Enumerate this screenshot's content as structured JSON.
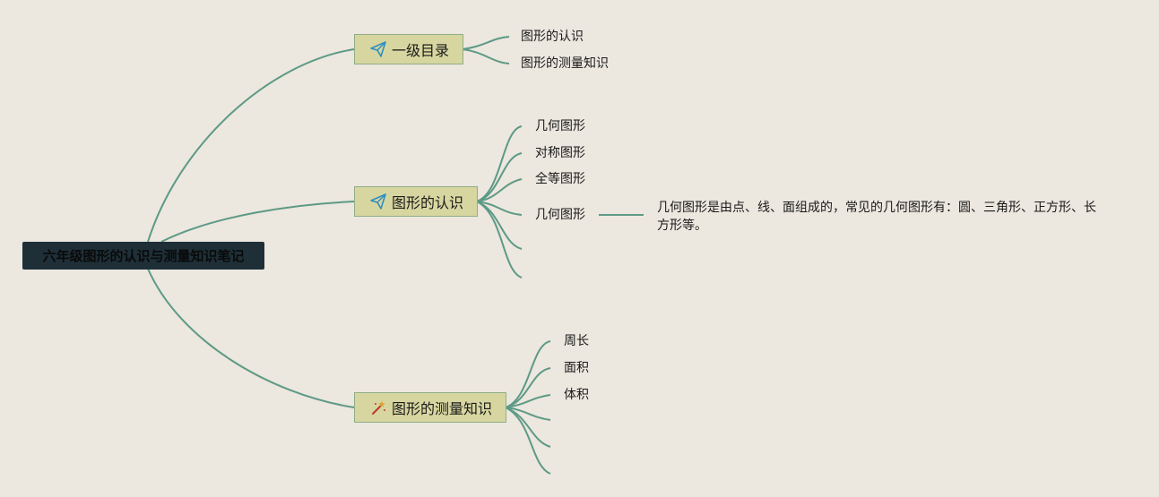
{
  "root": {
    "label": "六年级图形的认识与测量知识笔记"
  },
  "branches": [
    {
      "label": "一级目录",
      "icon": "paper-plane-icon",
      "children": [
        "图形的认识",
        "图形的测量知识"
      ]
    },
    {
      "label": "图形的认识",
      "icon": "paper-plane-icon",
      "children": [
        "几何图形",
        "对称图形",
        "全等图形",
        "几何图形",
        "",
        ""
      ],
      "note": "几何图形是由点、线、面组成的，常见的几何图形有：圆、三角形、正方形、长方形等。"
    },
    {
      "label": "图形的测量知识",
      "icon": "magic-wand-icon",
      "children": [
        "周长",
        "面积",
        "体积",
        "",
        "",
        ""
      ]
    }
  ],
  "colors": {
    "link": "#5d9a85",
    "root_bg": "#1e2f38",
    "branch_bg": "#d7d6a0",
    "background": "#ece7df"
  }
}
